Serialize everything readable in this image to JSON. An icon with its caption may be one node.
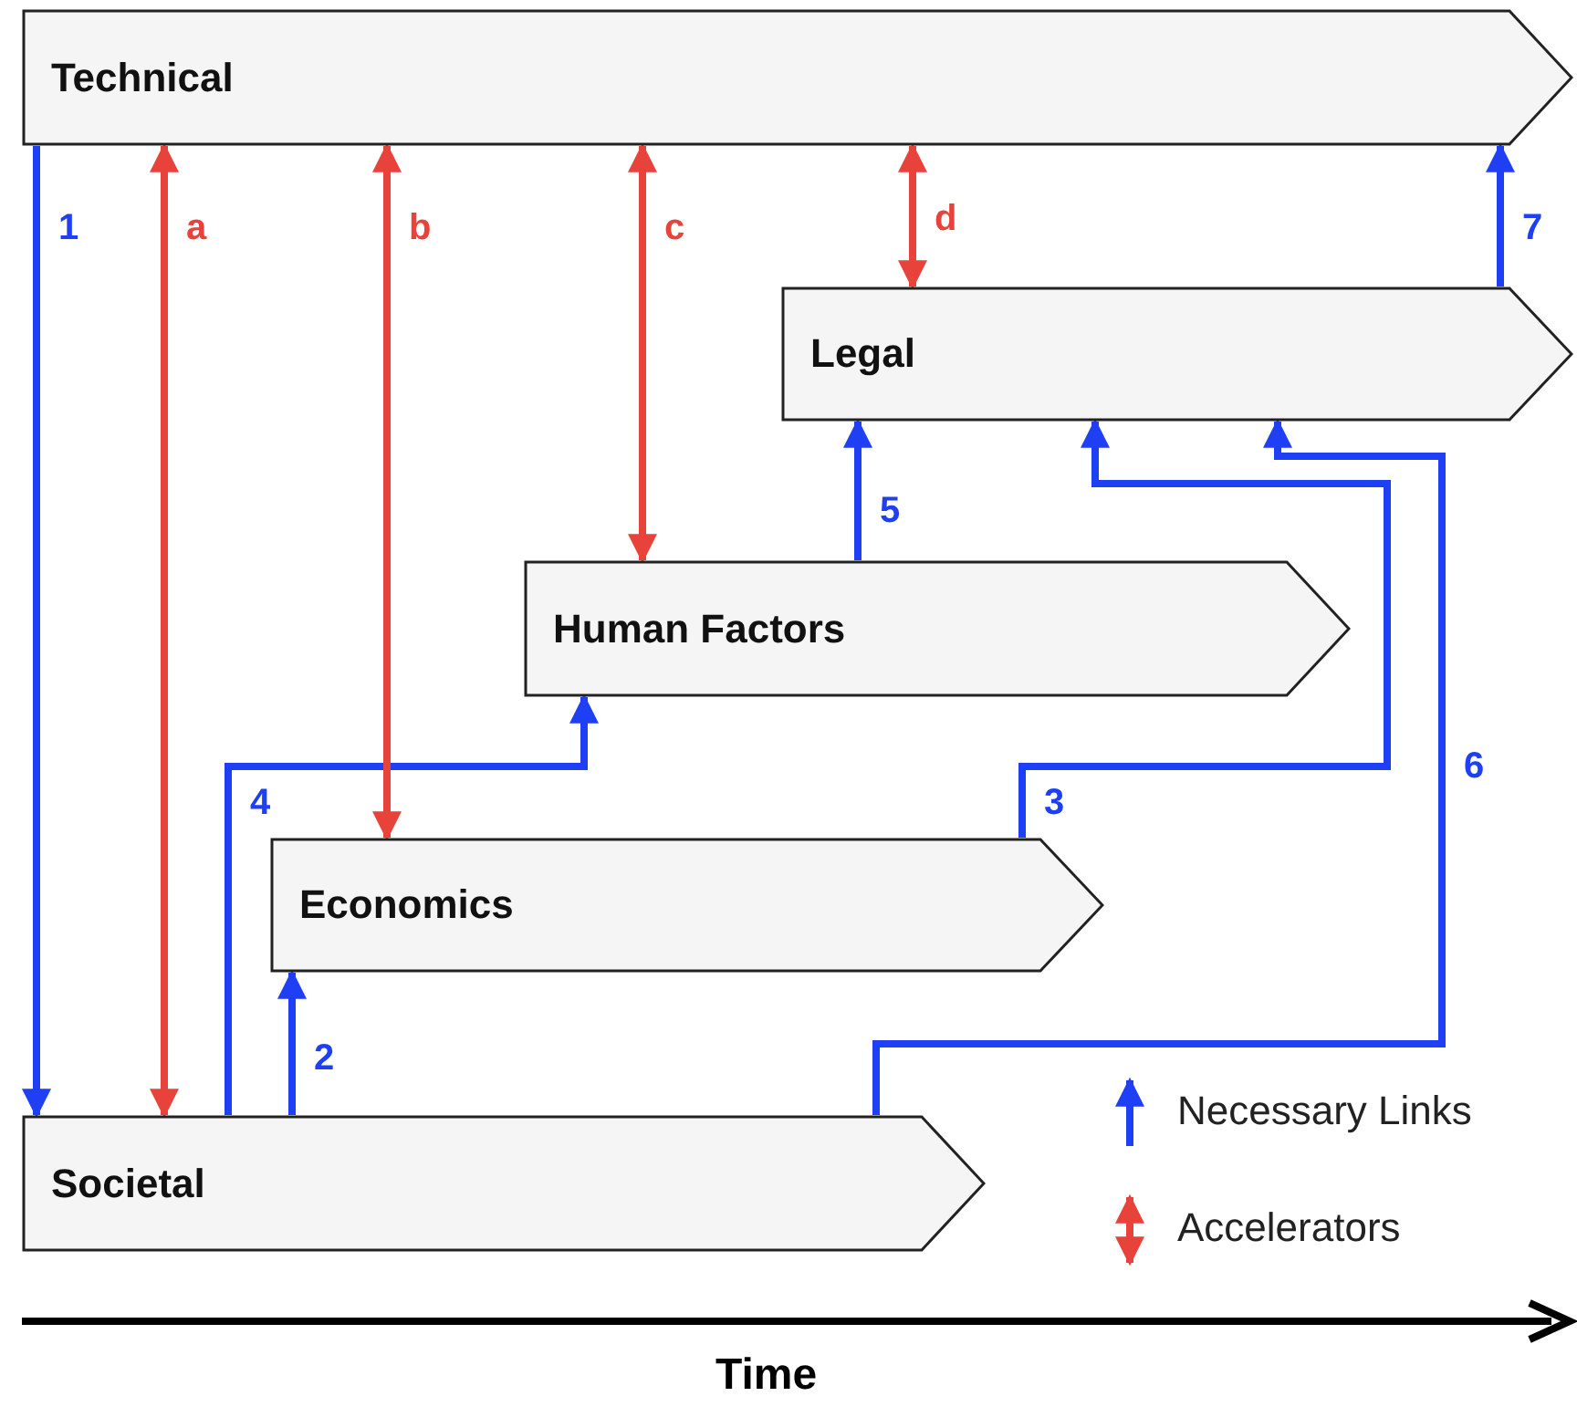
{
  "diagram": {
    "nodes": [
      {
        "text": [
          "Technical"
        ]
      },
      {
        "text": [
          "Legal"
        ]
      },
      {
        "text": [
          "Human Factors"
        ]
      },
      {
        "text": [
          "Economics"
        ]
      },
      {
        "text": [
          "Societal"
        ]
      }
    ],
    "edges": [
      {
        "from": 0,
        "to": 4,
        "arrow": "to",
        "label": "1"
      },
      {
        "from": 4,
        "to": 3,
        "arrow": "to",
        "label": "2"
      },
      {
        "from": 3,
        "to": 1,
        "arrow": "to",
        "label": "3"
      },
      {
        "from": 4,
        "to": 2,
        "arrow": "to",
        "label": "4"
      },
      {
        "from": 2,
        "to": 1,
        "arrow": "to",
        "label": "5"
      },
      {
        "from": 4,
        "to": 1,
        "arrow": "to",
        "label": "6"
      },
      {
        "from": 1,
        "to": 0,
        "arrow": "to",
        "label": "7"
      },
      {
        "from": 0,
        "to": 4,
        "arrow": "both",
        "label": "a",
        "color": "#e8433b"
      },
      {
        "from": 0,
        "to": 3,
        "arrow": "both",
        "label": "b",
        "color": "#e8433b"
      },
      {
        "from": 0,
        "to": 2,
        "arrow": "both",
        "label": "c",
        "color": "#e8433b"
      },
      {
        "from": 0,
        "to": 1,
        "arrow": "both",
        "label": "d",
        "color": "#e8433b"
      }
    ],
    "labels": [
      "Time"
    ],
    "legend": [
      {
        "text": "Necessary Links"
      },
      {
        "text": "Accelerators"
      }
    ]
  }
}
